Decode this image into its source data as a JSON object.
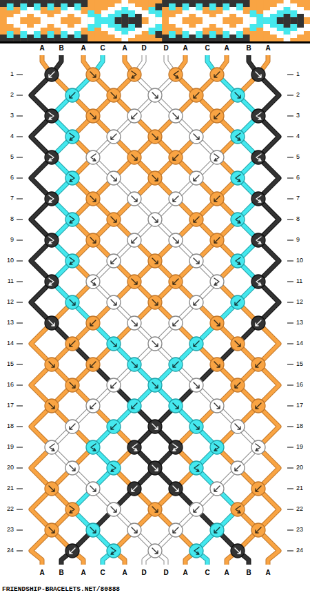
{
  "diagram": {
    "labels": [
      "A",
      "B",
      "A",
      "C",
      "A",
      "D",
      "D",
      "A",
      "C",
      "A",
      "B",
      "A",
      "1",
      "1",
      "2",
      "2",
      "3",
      "3",
      "4",
      "4",
      "5",
      "5",
      "6",
      "6",
      "7",
      "7",
      "8",
      "8",
      "9",
      "9",
      "10",
      "10",
      "11",
      "11",
      "12",
      "12",
      "13",
      "13",
      "14",
      "14",
      "15",
      "15",
      "16",
      "16",
      "17",
      "17",
      "18",
      "18",
      "19",
      "19",
      "20",
      "20",
      "21",
      "21",
      "22",
      "22",
      "23",
      "23",
      "24",
      "24",
      "A",
      "B",
      "A",
      "C",
      "A",
      "D",
      "D",
      "A",
      "C",
      "A",
      "B",
      "A",
      "FRIENDSHIP-BRACELETS.NET/80888"
    ]
  }
}
